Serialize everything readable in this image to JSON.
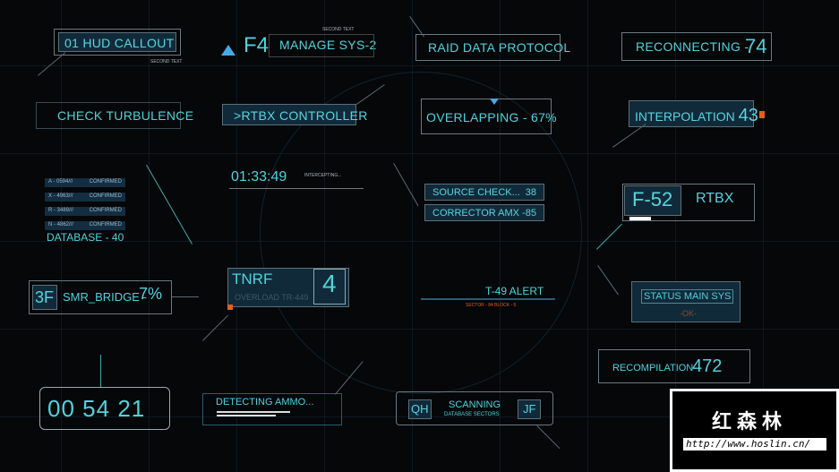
{
  "callouts": {
    "hud": {
      "label": "01  HUD CALLOUT",
      "second": "SECOND TEXT"
    },
    "manage": {
      "code": "F4",
      "label": "MANAGE SYS-2",
      "second": "SECOND TEXT"
    },
    "raid": {
      "label": "RAID DATA  PROTOCOL"
    },
    "reconnect": {
      "label": "RECONNECTING -",
      "value": "74"
    },
    "turbulence": {
      "label": "CHECK TURBULENCE"
    },
    "rtbx": {
      "label": ">RTBX CONTROLLER"
    },
    "overlap": {
      "label": "OVERLAPPING - 67%"
    },
    "interp": {
      "label": "INTERPOLATION",
      "value": "43"
    },
    "database": {
      "rows": [
        {
          "id": "A - 0594///",
          "status": "CONFIRMED"
        },
        {
          "id": "X - 4963///",
          "status": "CONFIRMED"
        },
        {
          "id": "R - 3489///",
          "status": "CONFIRMED"
        },
        {
          "id": "N - 4862///",
          "status": "CONFIRMED"
        }
      ],
      "label": "DATABASE - 40"
    },
    "timer1": {
      "time": "01:33:49",
      "label": "INTERCEPTING..."
    },
    "source": {
      "label1": "SOURCE CHECK...",
      "value1": "38",
      "label2": "CORRECTOR AMX -",
      "value2": "85"
    },
    "f52": {
      "code": "F-52",
      "label": "RTBX"
    },
    "smr": {
      "code": "3F",
      "label": "SMR_BRIDGE -",
      "value": "7%"
    },
    "tnrf": {
      "code": "TNRF",
      "value": "4",
      "sub": "OVERLOAD TR-449"
    },
    "alert": {
      "label": "T-49 ALERT",
      "sub": "SECTOR - 84 BLOCK - 6"
    },
    "status": {
      "label": "STATUS MAIN SYS",
      "sub": "-OK-"
    },
    "timer2": {
      "h": "00",
      "m": "54",
      "s": "21"
    },
    "ammo": {
      "label": "DETECTING AMMO..."
    },
    "scan": {
      "left": "QH",
      "right": "JF",
      "label": "SCANNING",
      "sub": "DATABASE SECTORS"
    },
    "recomp": {
      "label": "RECOMPILATION",
      "value": "472"
    }
  },
  "watermark": {
    "title": "红森林",
    "url": "http://www.hoslin.cn/"
  }
}
